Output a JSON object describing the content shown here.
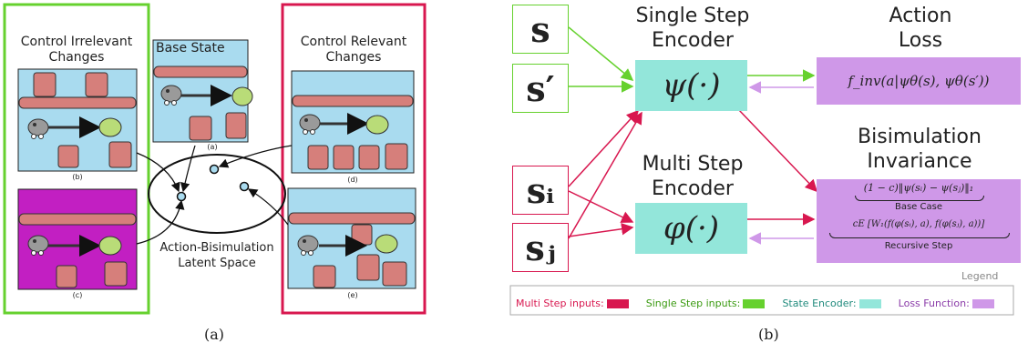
{
  "panel_a": {
    "caption": "(a)",
    "irrelevant_title": [
      "Control Irrelevant",
      "Changes"
    ],
    "relevant_title": [
      "Control Relevant",
      "Changes"
    ],
    "base_state": "Base State",
    "latent_label": [
      "Action-Bisimulation",
      "Latent Space"
    ],
    "scene_labels": {
      "a": "(a)",
      "b": "(b)",
      "c": "(c)",
      "d": "(d)",
      "e": "(e)"
    }
  },
  "panel_b": {
    "caption": "(b)",
    "single_encoder": [
      "Single Step",
      "Encoder"
    ],
    "multi_encoder": [
      "Multi Step",
      "Encoder"
    ],
    "action_loss": [
      "Action",
      "Loss"
    ],
    "bisim": [
      "Bisimulation",
      "Invariance"
    ],
    "psi": "ψ(·)",
    "phi": "φ(·)",
    "inputs": {
      "s": "s",
      "s_prime": "s′",
      "s_i": "sᵢ",
      "s_j": "sⱼ"
    },
    "action_loss_formula": "f_inv(a|ψθ(s), ψθ(s′))",
    "base_formula": "(1 − c)‖ψ(sᵢ) − ψ(sⱼ)‖₁",
    "base_case": "Base Case",
    "recursive_formula": "cE [W₁(f(φ(sᵢ), a), f(φ(sⱼ), a))]",
    "recursive_step": "Recursive Step",
    "legend_title": "Legend",
    "legend": [
      {
        "label": "Multi Step inputs:",
        "color": "#d8174f"
      },
      {
        "label": "Single Step inputs:",
        "color": "#66d12e"
      },
      {
        "label": "State Encoder:",
        "color": "#93e6da"
      },
      {
        "label": "Loss Function:",
        "color": "#cf98e8"
      }
    ]
  },
  "colors": {
    "green": "#66d12e",
    "crimson": "#d8174f",
    "teal": "#93e6da",
    "lavender": "#cf98e8",
    "sky": "#a9dbef",
    "magenta": "#c21fc2",
    "block": "#d67f7b"
  }
}
